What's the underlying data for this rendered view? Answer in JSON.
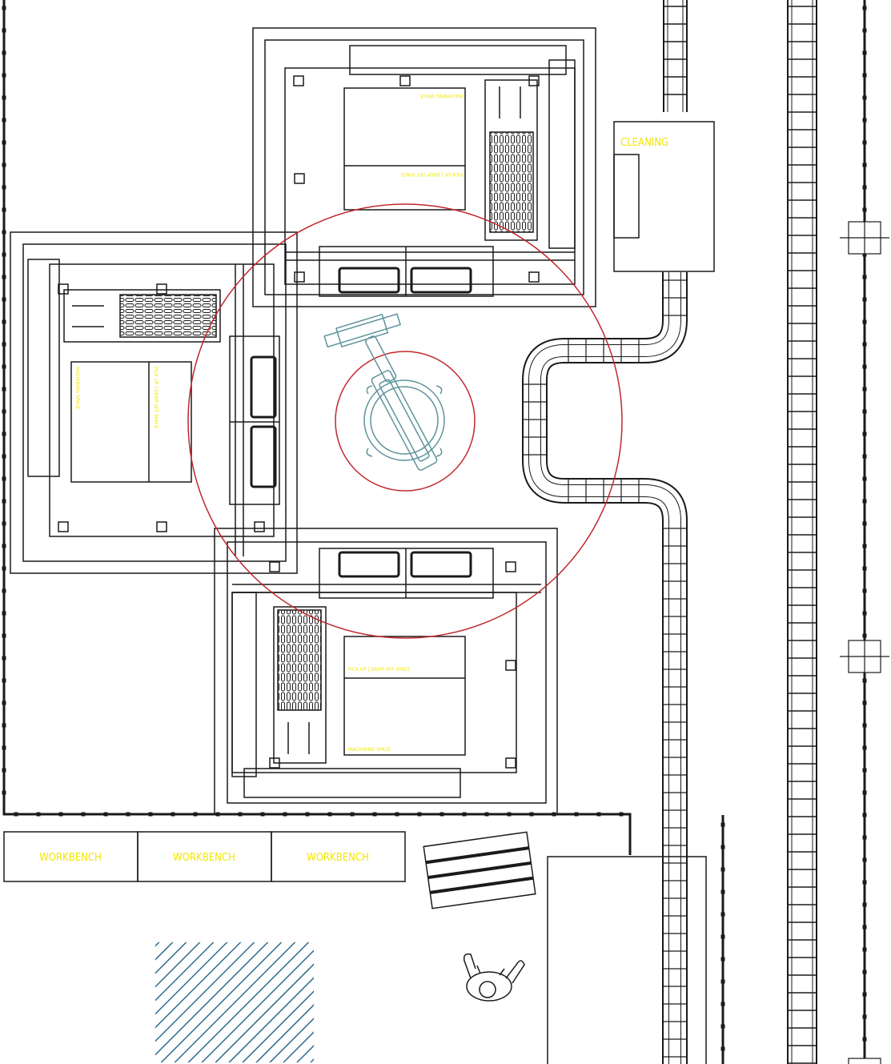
{
  "colors": {
    "line": "#1a1a1a",
    "label": "#f2e600",
    "robot": "#5e949c",
    "reach_circle": "#c0272d",
    "hatch": "#2d6b8e"
  },
  "labels": {
    "cleaning": "CLEANING",
    "workbench_1": "WORKBENCH",
    "workbench_2": "WORKBENCH",
    "workbench_3": "WORKBENCH",
    "top_machining": "MACHINING SPACE",
    "top_pickup": "PICK UP | DROP OFF SPACE",
    "left_machining": "MACHINING SPACE",
    "left_pickup": "PICK UP | DROP OFF SPACE",
    "bottom_pickup": "PICK UP | DROP OFF SPACE",
    "bottom_machining": "MACHINING SPACE"
  },
  "icons": {
    "robot": "robot-arm-icon",
    "person": "operator-person-icon",
    "column": "structural-column-icon"
  }
}
